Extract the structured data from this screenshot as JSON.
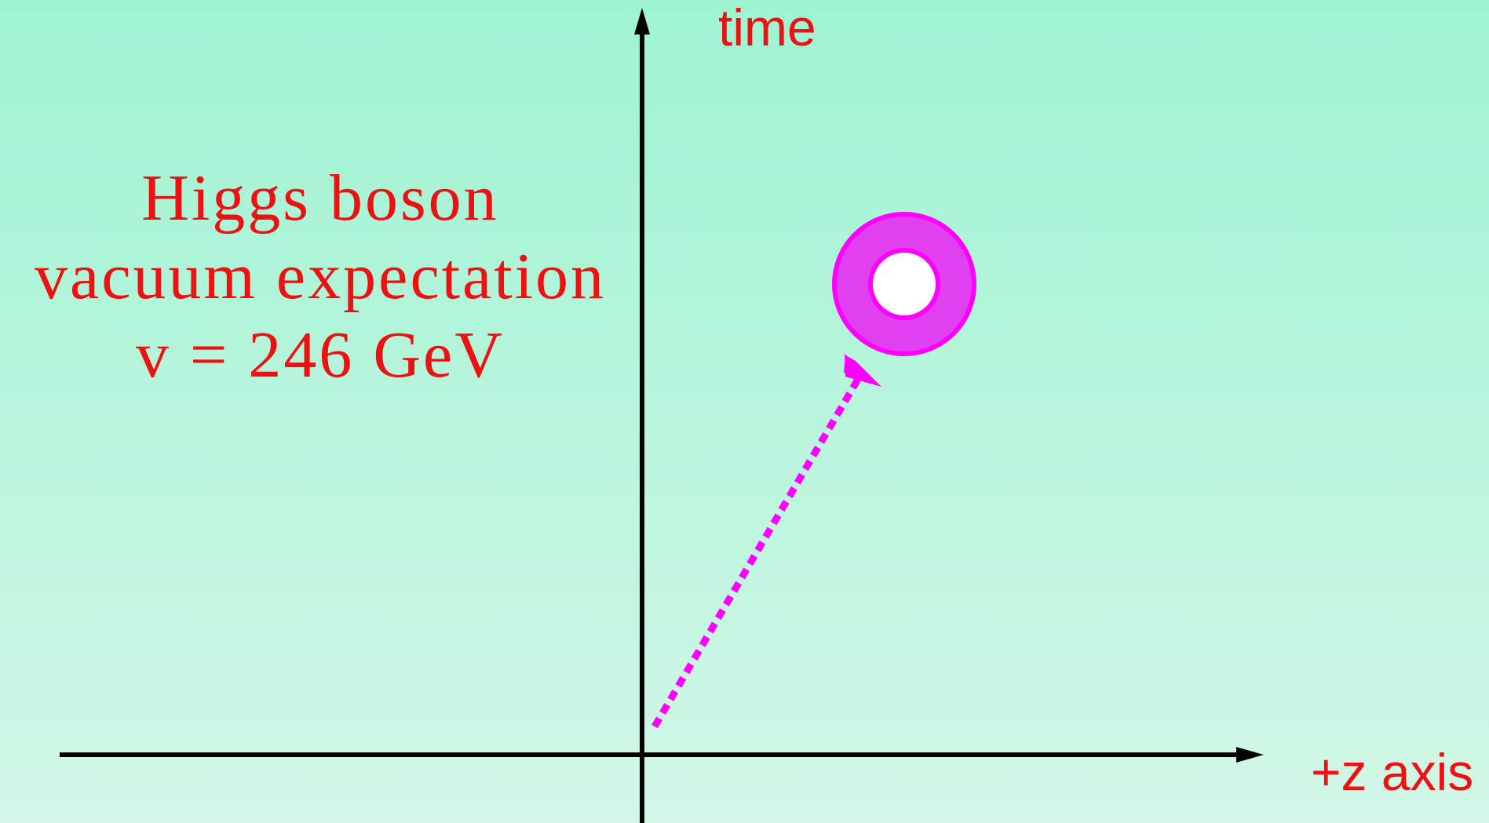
{
  "labels": {
    "time_axis": "time",
    "z_axis": "+z axis"
  },
  "annotation": {
    "line1": "Higgs boson",
    "line2": "vacuum expectation",
    "line3": "v = 246 GeV"
  },
  "colors": {
    "text": "#ee1111",
    "axis": "#000000",
    "particle": "#ff00ff",
    "particle_fill": "#e040f0",
    "background_top": "#9ef4d2",
    "background_bottom": "#d2f7e6"
  }
}
